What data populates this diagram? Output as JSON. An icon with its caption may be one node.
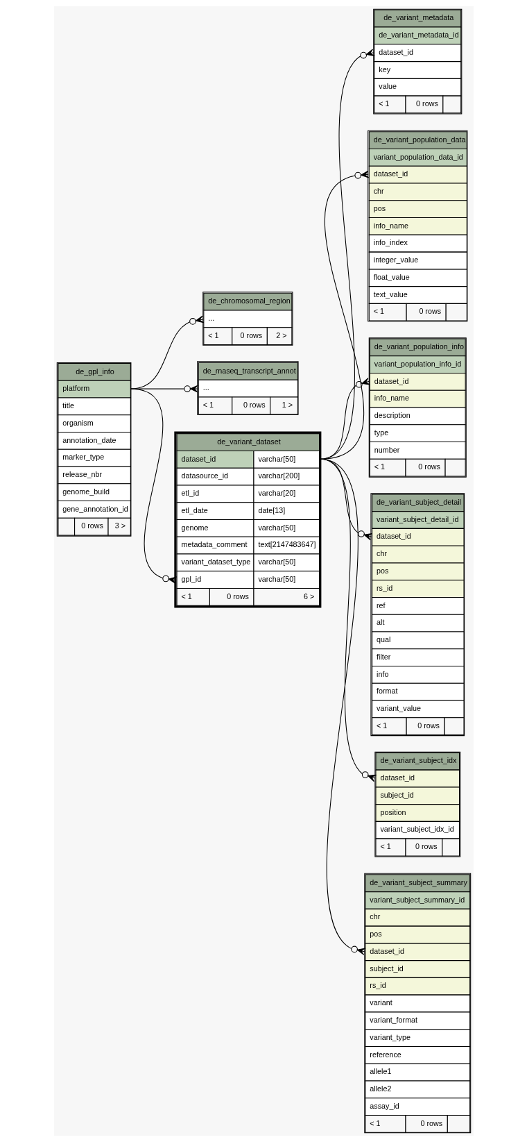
{
  "diagram": {
    "nodes": [
      {
        "text": [
          "de_gpl_info",
          "platform",
          "title",
          "organism",
          "annotation_date",
          "marker_type",
          "release_nbr",
          "genome_build",
          "gene_annotation_id",
          "0 rows",
          "3 >"
        ]
      },
      {
        "text": [
          "de_chromosomal_region",
          "...",
          "< 1",
          "0 rows",
          "2 >"
        ]
      },
      {
        "text": [
          "de_rnaseq_transcript_annot",
          "...",
          "< 1",
          "0 rows",
          "1 >"
        ]
      },
      {
        "text": [
          "de_variant_dataset",
          "dataset_id",
          "varchar[50]",
          "datasource_id",
          "varchar[200]",
          "etl_id",
          "varchar[20]",
          "etl_date",
          "date[13]",
          "genome",
          "varchar[50]",
          "metadata_comment",
          "text[2147483647]",
          "variant_dataset_type",
          "varchar[50]",
          "gpl_id",
          "varchar[50]",
          "< 1",
          "0 rows",
          "6 >"
        ]
      },
      {
        "text": [
          "de_variant_metadata",
          "de_variant_metadata_id",
          "dataset_id",
          "key",
          "value",
          "< 1",
          "0 rows"
        ]
      },
      {
        "text": [
          "de_variant_population_data",
          "variant_population_data_id",
          "dataset_id",
          "chr",
          "pos",
          "info_name",
          "info_index",
          "integer_value",
          "float_value",
          "text_value",
          "< 1",
          "0 rows"
        ]
      },
      {
        "text": [
          "de_variant_population_info",
          "variant_population_info_id",
          "dataset_id",
          "info_name",
          "description",
          "type",
          "number",
          "< 1",
          "0 rows"
        ]
      },
      {
        "text": [
          "de_variant_subject_detail",
          "variant_subject_detail_id",
          "dataset_id",
          "chr",
          "pos",
          "rs_id",
          "ref",
          "alt",
          "qual",
          "filter",
          "info",
          "format",
          "variant_value",
          "< 1",
          "0 rows"
        ]
      },
      {
        "text": [
          "de_variant_subject_idx",
          "dataset_id",
          "subject_id",
          "position",
          "variant_subject_idx_id",
          "< 1",
          "0 rows"
        ]
      },
      {
        "text": [
          "de_variant_subject_summary",
          "variant_subject_summary_id",
          "chr",
          "pos",
          "dataset_id",
          "subject_id",
          "rs_id",
          "variant",
          "variant_format",
          "variant_type",
          "reference",
          "allele1",
          "allele2",
          "assay_id",
          "< 1",
          "0 rows"
        ]
      }
    ],
    "edges": [
      {
        "from": 0,
        "to": 1,
        "arrow": "other"
      },
      {
        "from": 0,
        "to": 2,
        "arrow": "other"
      },
      {
        "from": 0,
        "to": 3,
        "arrow": "other"
      },
      {
        "from": 3,
        "to": 4,
        "arrow": "other"
      },
      {
        "from": 3,
        "to": 5,
        "arrow": "other"
      },
      {
        "from": 3,
        "to": 6,
        "arrow": "other"
      },
      {
        "from": 3,
        "to": 7,
        "arrow": "other"
      },
      {
        "from": 3,
        "to": 8,
        "arrow": "other"
      },
      {
        "from": 3,
        "to": 9,
        "arrow": "other"
      }
    ]
  }
}
